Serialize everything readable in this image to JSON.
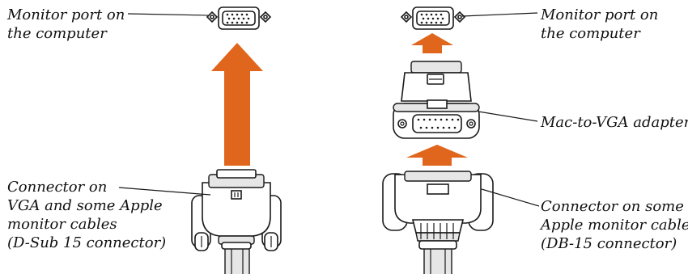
{
  "colors": {
    "arrow": "#e0661e",
    "outline": "#1a1a1a",
    "fill_light": "#ffffff",
    "fill_shade": "#e6e6e6"
  },
  "left": {
    "monitor_port_label": [
      "Monitor port on",
      "the computer"
    ],
    "connector_label": [
      "Connector on",
      "VGA and some Apple",
      "monitor cables",
      "(D-Sub 15 connector)"
    ]
  },
  "right": {
    "monitor_port_label": [
      "Monitor port on",
      "the computer"
    ],
    "adapter_label": [
      "Mac-to-VGA adapter"
    ],
    "connector_label": [
      "Connector on some",
      "Apple monitor cables",
      "(DB-15 connector)"
    ]
  }
}
